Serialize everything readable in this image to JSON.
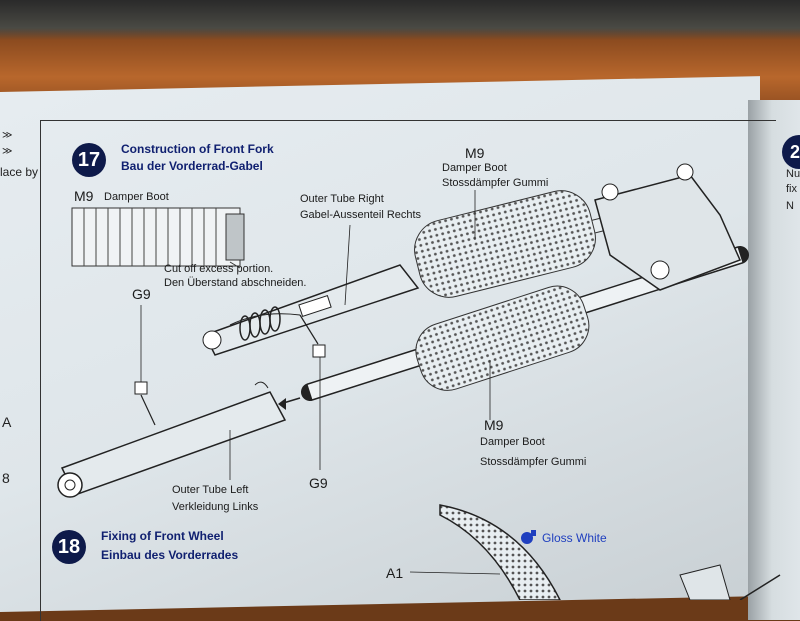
{
  "steps": [
    {
      "number": "17",
      "title_en": "Construction of Front Fork",
      "title_de": "Bau der Vorderrad-Gabel"
    },
    {
      "number": "18",
      "title_en": "Fixing of Front Wheel",
      "title_de": "Einbau des Vorderrades"
    }
  ],
  "labels": {
    "m9_top_left_code": "M9",
    "m9_top_left_name": "Damper Boot",
    "cut_off_en": "Cut off excess portion.",
    "cut_off_de": "Den Überstand abschneiden.",
    "outer_tube_right_en": "Outer Tube Right",
    "outer_tube_right_de": "Gabel-Aussenteil Rechts",
    "m9_top_right_code": "M9",
    "m9_top_right_en": "Damper Boot",
    "m9_top_right_de": "Stossdämpfer Gummi",
    "g9_left": "G9",
    "g9_bottom": "G9",
    "m9_bottom_code": "M9",
    "m9_bottom_en": "Damper Boot",
    "m9_bottom_de": "Stossdämpfer Gummi",
    "outer_tube_left_en": "Outer Tube Left",
    "outer_tube_left_de": "Verkleidung Links",
    "gloss_white": "Gloss White",
    "a1": "A1"
  },
  "left_margin_fragments": [
    "≫",
    "≫",
    "lace by",
    "A",
    "8"
  ],
  "right_page_fragments": {
    "step_number": "2",
    "text1": "Nu",
    "text2": "fix",
    "text3": "N"
  },
  "colors": {
    "step_badge": "#0e1a4a",
    "title_blue": "#102070",
    "paint_blue": "#1f3fbf"
  },
  "icons": [
    "paint-bottle-icon"
  ]
}
